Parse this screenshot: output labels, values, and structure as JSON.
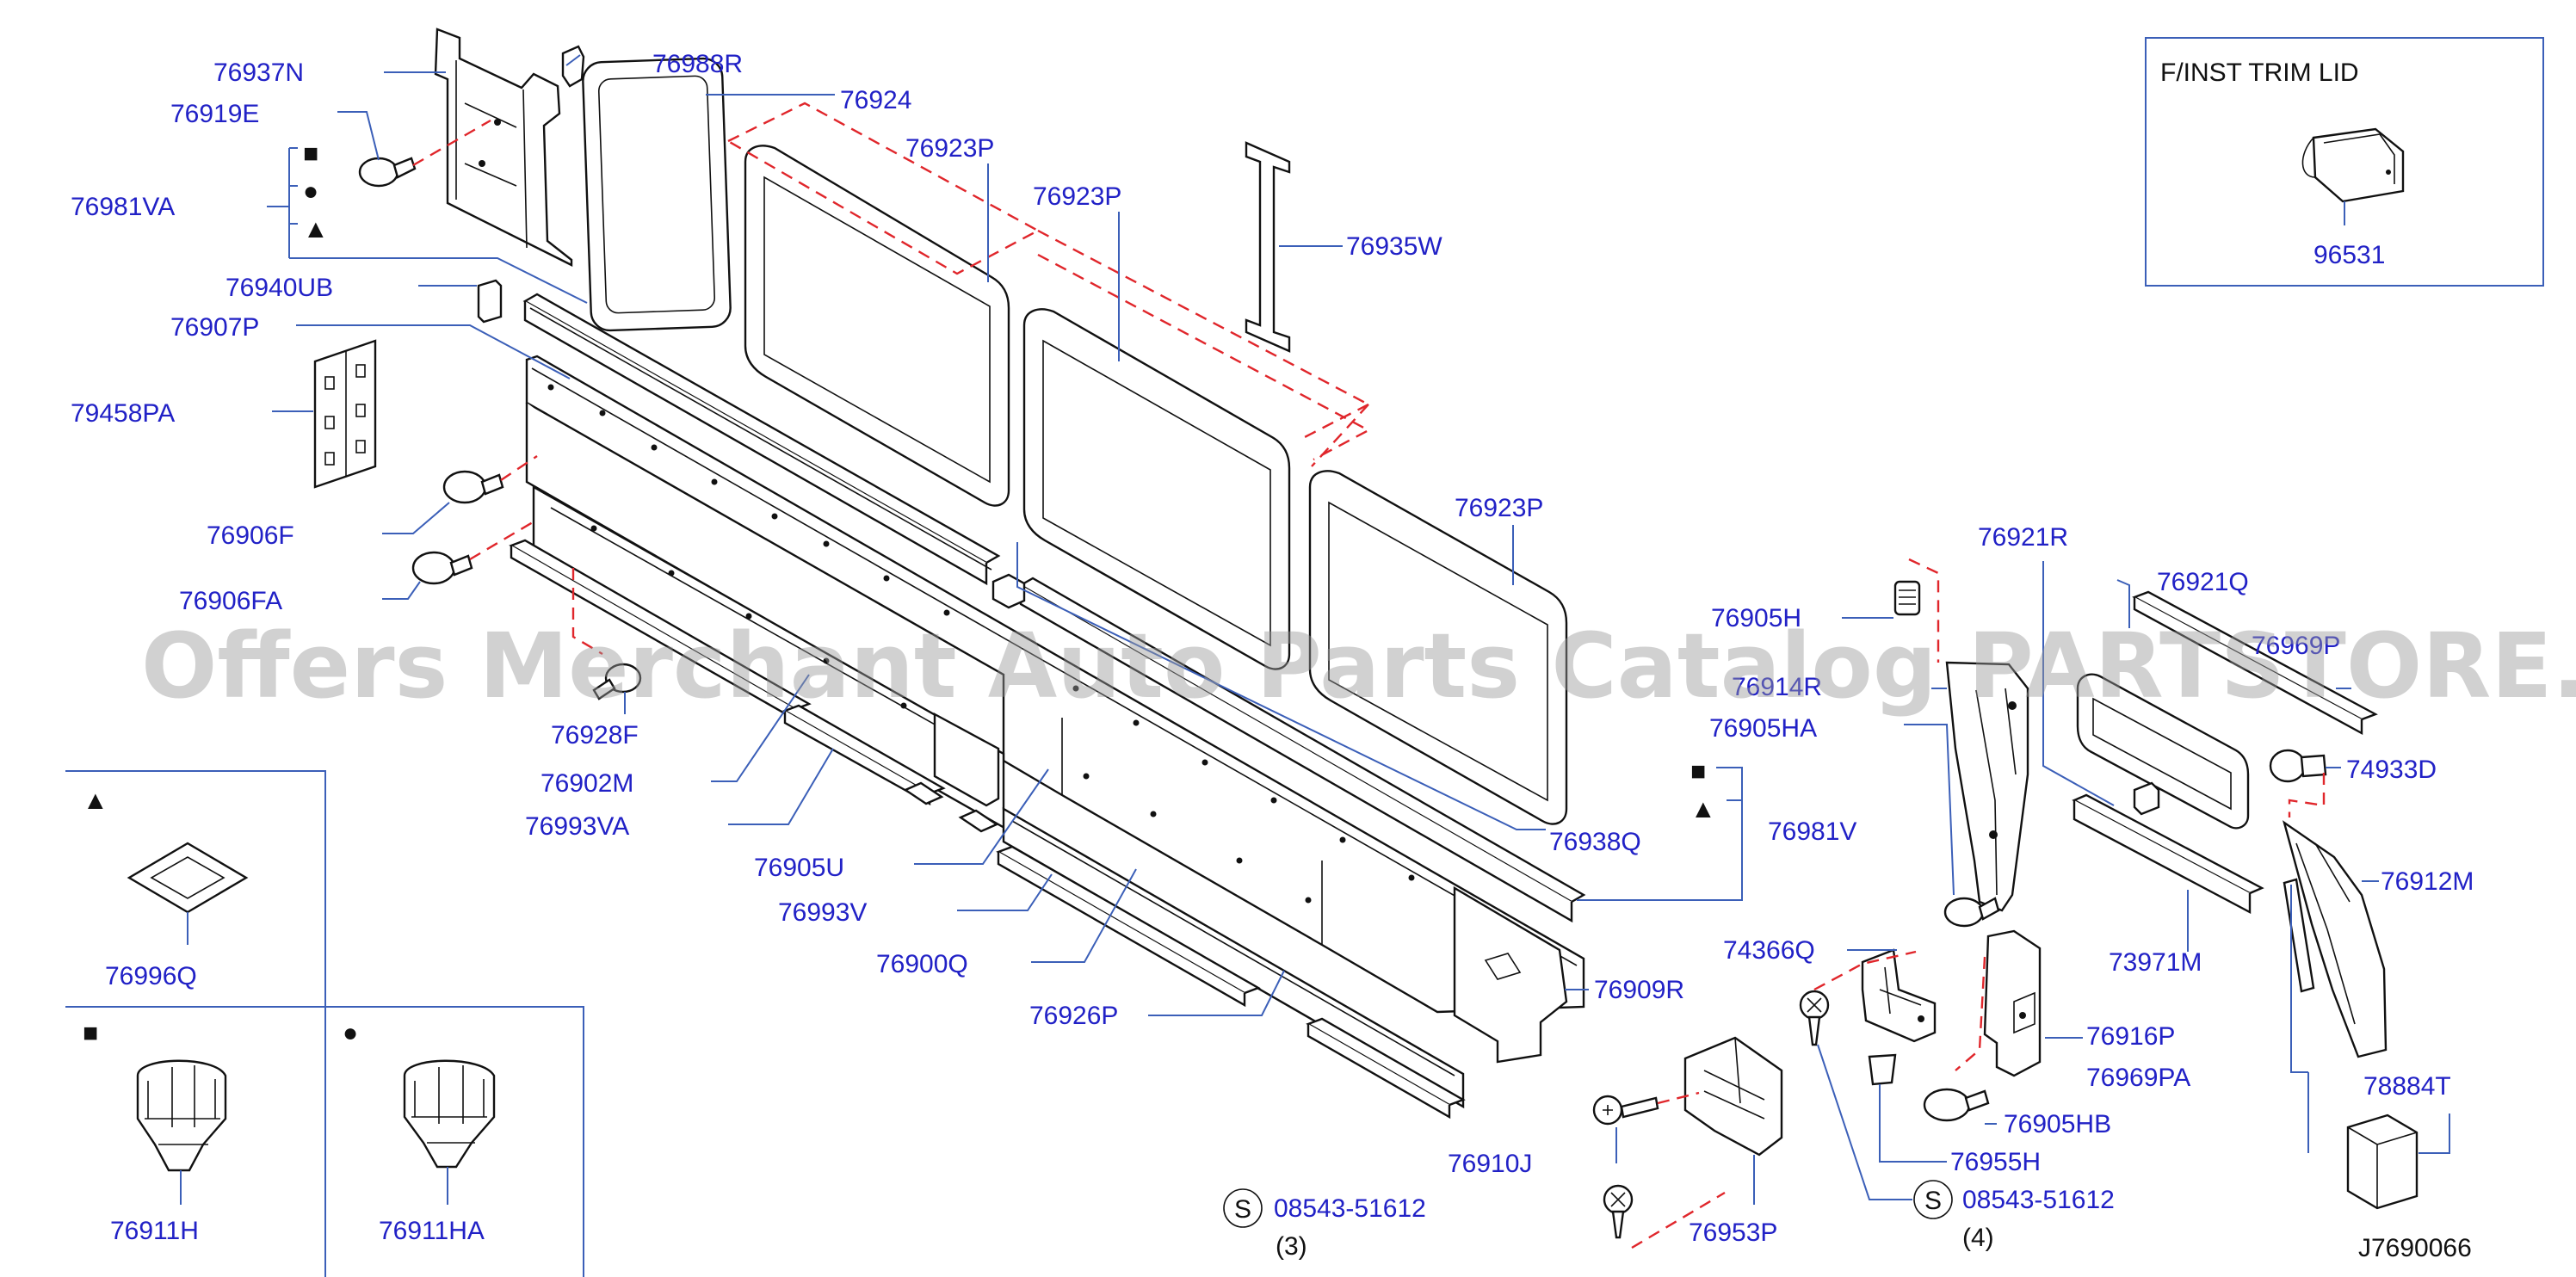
{
  "figure_id": "J7690066",
  "watermark": "Offers Merchant Auto Parts Catalog PARTSTORE.SA",
  "inset_title": "F/INST TRIM LID",
  "colors": {
    "label": "#2121c6",
    "leader": "#3b5fb8",
    "dashed": "#e0262b",
    "outline": "#111111"
  },
  "symbols": {
    "square": "■",
    "circle": "●",
    "triangle": "▲",
    "s_mark": "S"
  },
  "labels": {
    "p76937N": "76937N",
    "p76919E": "76919E",
    "p76981VA": "76981VA",
    "p76988R": "76988R",
    "p76924": "76924",
    "p76923P_a": "76923P",
    "p76923P_b": "76923P",
    "p76923P_c": "76923P",
    "p76935W": "76935W",
    "p76940UB": "76940UB",
    "p76907P": "76907P",
    "p79458PA": "79458PA",
    "p76906F": "76906F",
    "p76906FA": "76906FA",
    "p76928F": "76928F",
    "p76902M": "76902M",
    "p76993VA": "76993VA",
    "p76905U": "76905U",
    "p76993V": "76993V",
    "p76900Q": "76900Q",
    "p76926P": "76926P",
    "p76909R": "76909R",
    "p76938Q": "76938Q",
    "p76981V": "76981V",
    "p76921R": "76921R",
    "p76921Q": "76921Q",
    "p76969P": "76969P",
    "p76905H": "76905H",
    "p76914R": "76914R",
    "p76905HA": "76905HA",
    "p74933D": "74933D",
    "p76912M": "76912M",
    "p73971M": "73971M",
    "p74366Q": "74366Q",
    "p76916P": "76916P",
    "p76969PA": "76969PA",
    "p76905HB": "76905HB",
    "p76955H": "76955H",
    "p76910J": "76910J",
    "p76953P": "76953P",
    "p08543a": "08543-51612",
    "p08543b": "08543-51612",
    "qty3": "(3)",
    "qty4": "(4)",
    "p78884T": "78884T",
    "p96531": "96531",
    "p76996Q": "76996Q",
    "p76911H": "76911H",
    "p76911HA": "76911HA"
  }
}
